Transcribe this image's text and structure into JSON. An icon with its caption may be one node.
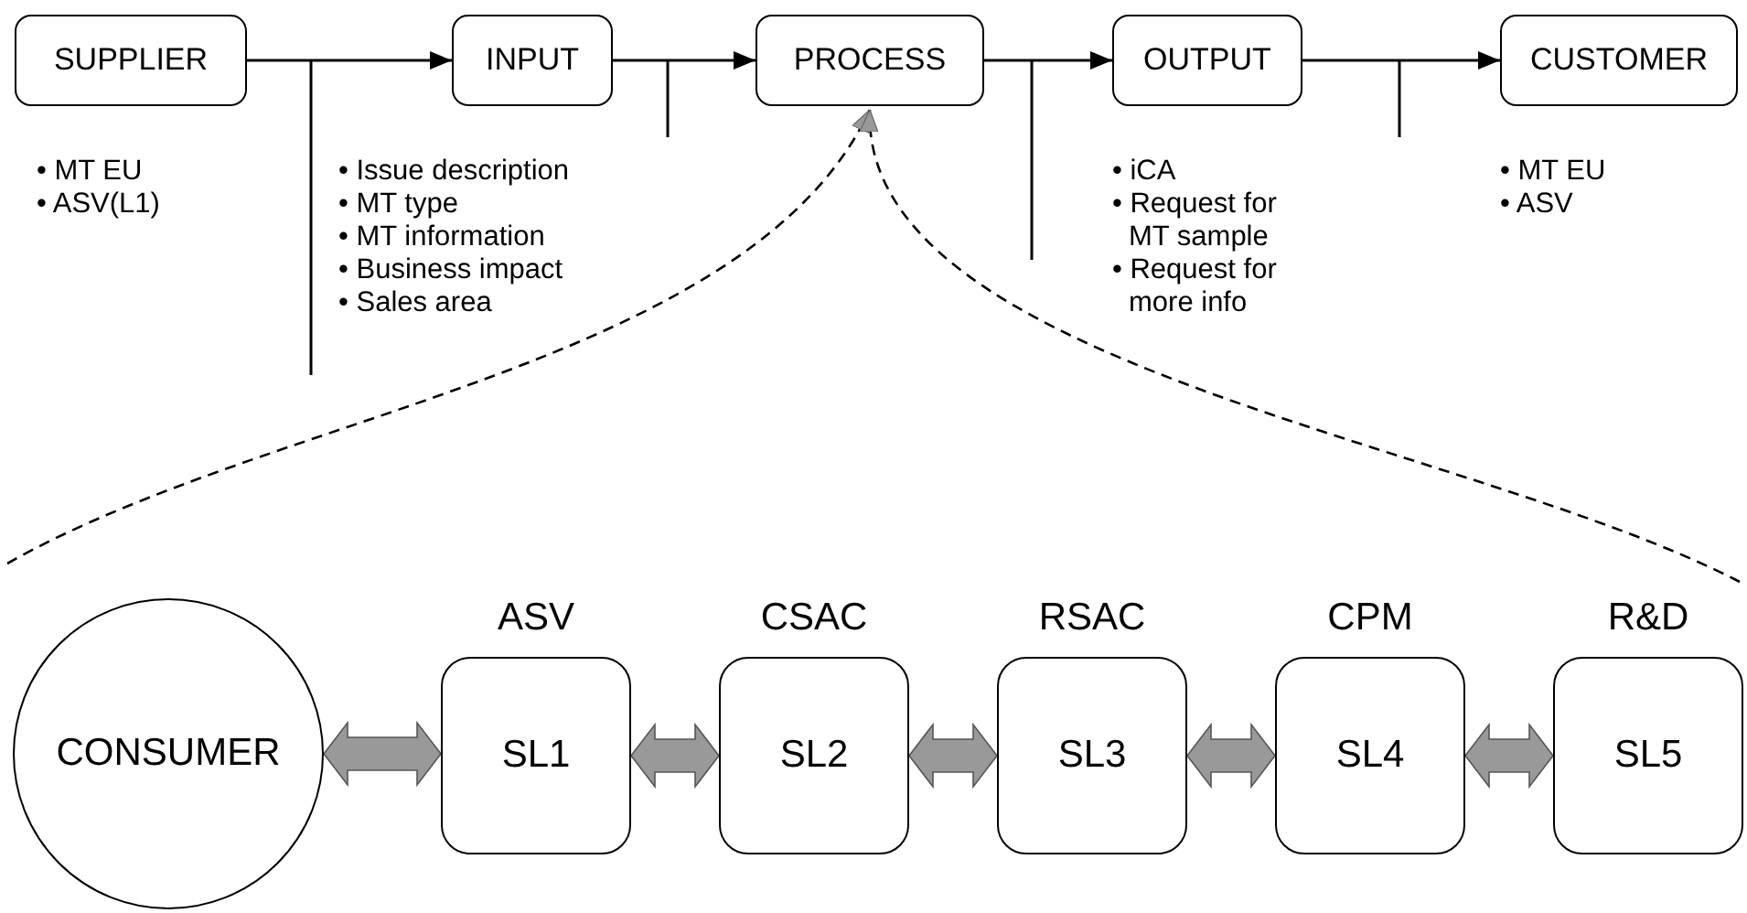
{
  "diagram": {
    "nodes": [
      {
        "text": [
          "SUPPLIER"
        ],
        "beside": [
          "• MT EU",
          "• ASV(L1)"
        ]
      },
      {
        "text": [
          "INPUT"
        ],
        "beside": [
          "• Issue description",
          "• MT type",
          "• MT information",
          "• Business impact",
          "• Sales area"
        ]
      },
      {
        "text": [
          "PROCESS"
        ]
      },
      {
        "text": [
          "OUTPUT"
        ],
        "beside": [
          "• iCA",
          "• Request for MT sample",
          "• Request for more info"
        ]
      },
      {
        "text": [
          "CUSTOMER"
        ],
        "beside": [
          "• MT EU",
          "• ASV"
        ]
      },
      {
        "text": [
          "CONSUMER"
        ]
      },
      {
        "text": [
          "ASV",
          "SL1"
        ]
      },
      {
        "text": [
          "CSAC",
          "SL2"
        ]
      },
      {
        "text": [
          "RSAC",
          "SL3"
        ]
      },
      {
        "text": [
          "CPM",
          "SL4"
        ]
      },
      {
        "text": [
          "R&D",
          "SL5"
        ]
      }
    ],
    "edges": [
      {
        "from": 0,
        "to": 1,
        "arrow": "to"
      },
      {
        "from": 1,
        "to": 2,
        "arrow": "to"
      },
      {
        "from": 2,
        "to": 3,
        "arrow": "to"
      },
      {
        "from": 3,
        "to": 4,
        "arrow": "to"
      },
      {
        "from": null,
        "to": 2,
        "arrow": "to",
        "style": "dashed"
      },
      {
        "from": null,
        "to": 2,
        "arrow": "to",
        "style": "dashed"
      },
      {
        "from": 5,
        "to": 6,
        "arrow": "both",
        "style": "thick",
        "color": "#999999"
      },
      {
        "from": 6,
        "to": 7,
        "arrow": "both",
        "style": "thick",
        "color": "#999999"
      },
      {
        "from": 7,
        "to": 8,
        "arrow": "both",
        "style": "thick",
        "color": "#999999"
      },
      {
        "from": 8,
        "to": 9,
        "arrow": "both",
        "style": "thick",
        "color": "#999999"
      },
      {
        "from": 9,
        "to": 10,
        "arrow": "both",
        "style": "thick",
        "color": "#999999"
      }
    ]
  }
}
